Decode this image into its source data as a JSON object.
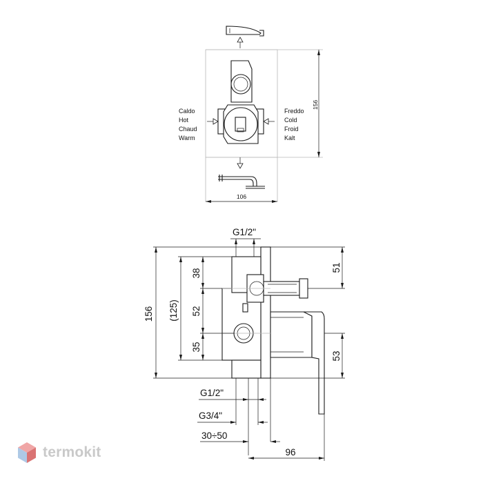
{
  "top_view": {
    "hot_labels": [
      "Caldo",
      "Hot",
      "Chaud",
      "Warm"
    ],
    "cold_labels": [
      "Freddo",
      "Cold",
      "Froid",
      "Kalt"
    ],
    "height_dim": "156",
    "width_dim": "106"
  },
  "side_view": {
    "inlet_thread_top": "G1/2\"",
    "dim_overall_height": "156",
    "dim_body_height": "(125)",
    "dim_upper": "38",
    "dim_middle": "52",
    "dim_lower": "35",
    "dim_right_upper": "51",
    "dim_right_lower": "53",
    "thread_small": "G1/2\"",
    "thread_large": "G3/4\"",
    "dim_wall_range": "30÷50",
    "dim_depth": "96"
  },
  "watermark": {
    "brand": "termokit",
    "colors": {
      "logo_top": "#f0a6a6",
      "logo_left": "#aec9e6",
      "logo_right": "#d35a5a",
      "text": "#c9c9c9"
    }
  }
}
